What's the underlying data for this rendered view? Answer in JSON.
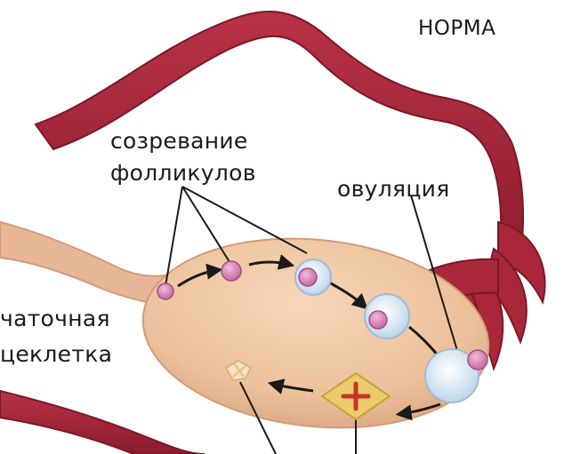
{
  "diagram": {
    "title": "НОРМА",
    "labels": {
      "follicle_maturation_line1": "созревание",
      "follicle_maturation_line2": "фолликулов",
      "ovulation": "овуляция",
      "ovary_ligament_line1": "чаточная",
      "ovary_ligament_line2": "цеклетка"
    },
    "colors": {
      "tube": "#a8283a",
      "tube_dark": "#7d1726",
      "ovary": "#eec6a2",
      "ovary_edge": "#d9a47f",
      "ligament": "#e7b597",
      "follicle_shell": "#cfe3f2",
      "oocyte": "#d77fb2",
      "corpus_luteum": "#e7c25a",
      "corpus_luteum_cross": "#c4342c",
      "arrow": "#1a1a1a"
    }
  }
}
